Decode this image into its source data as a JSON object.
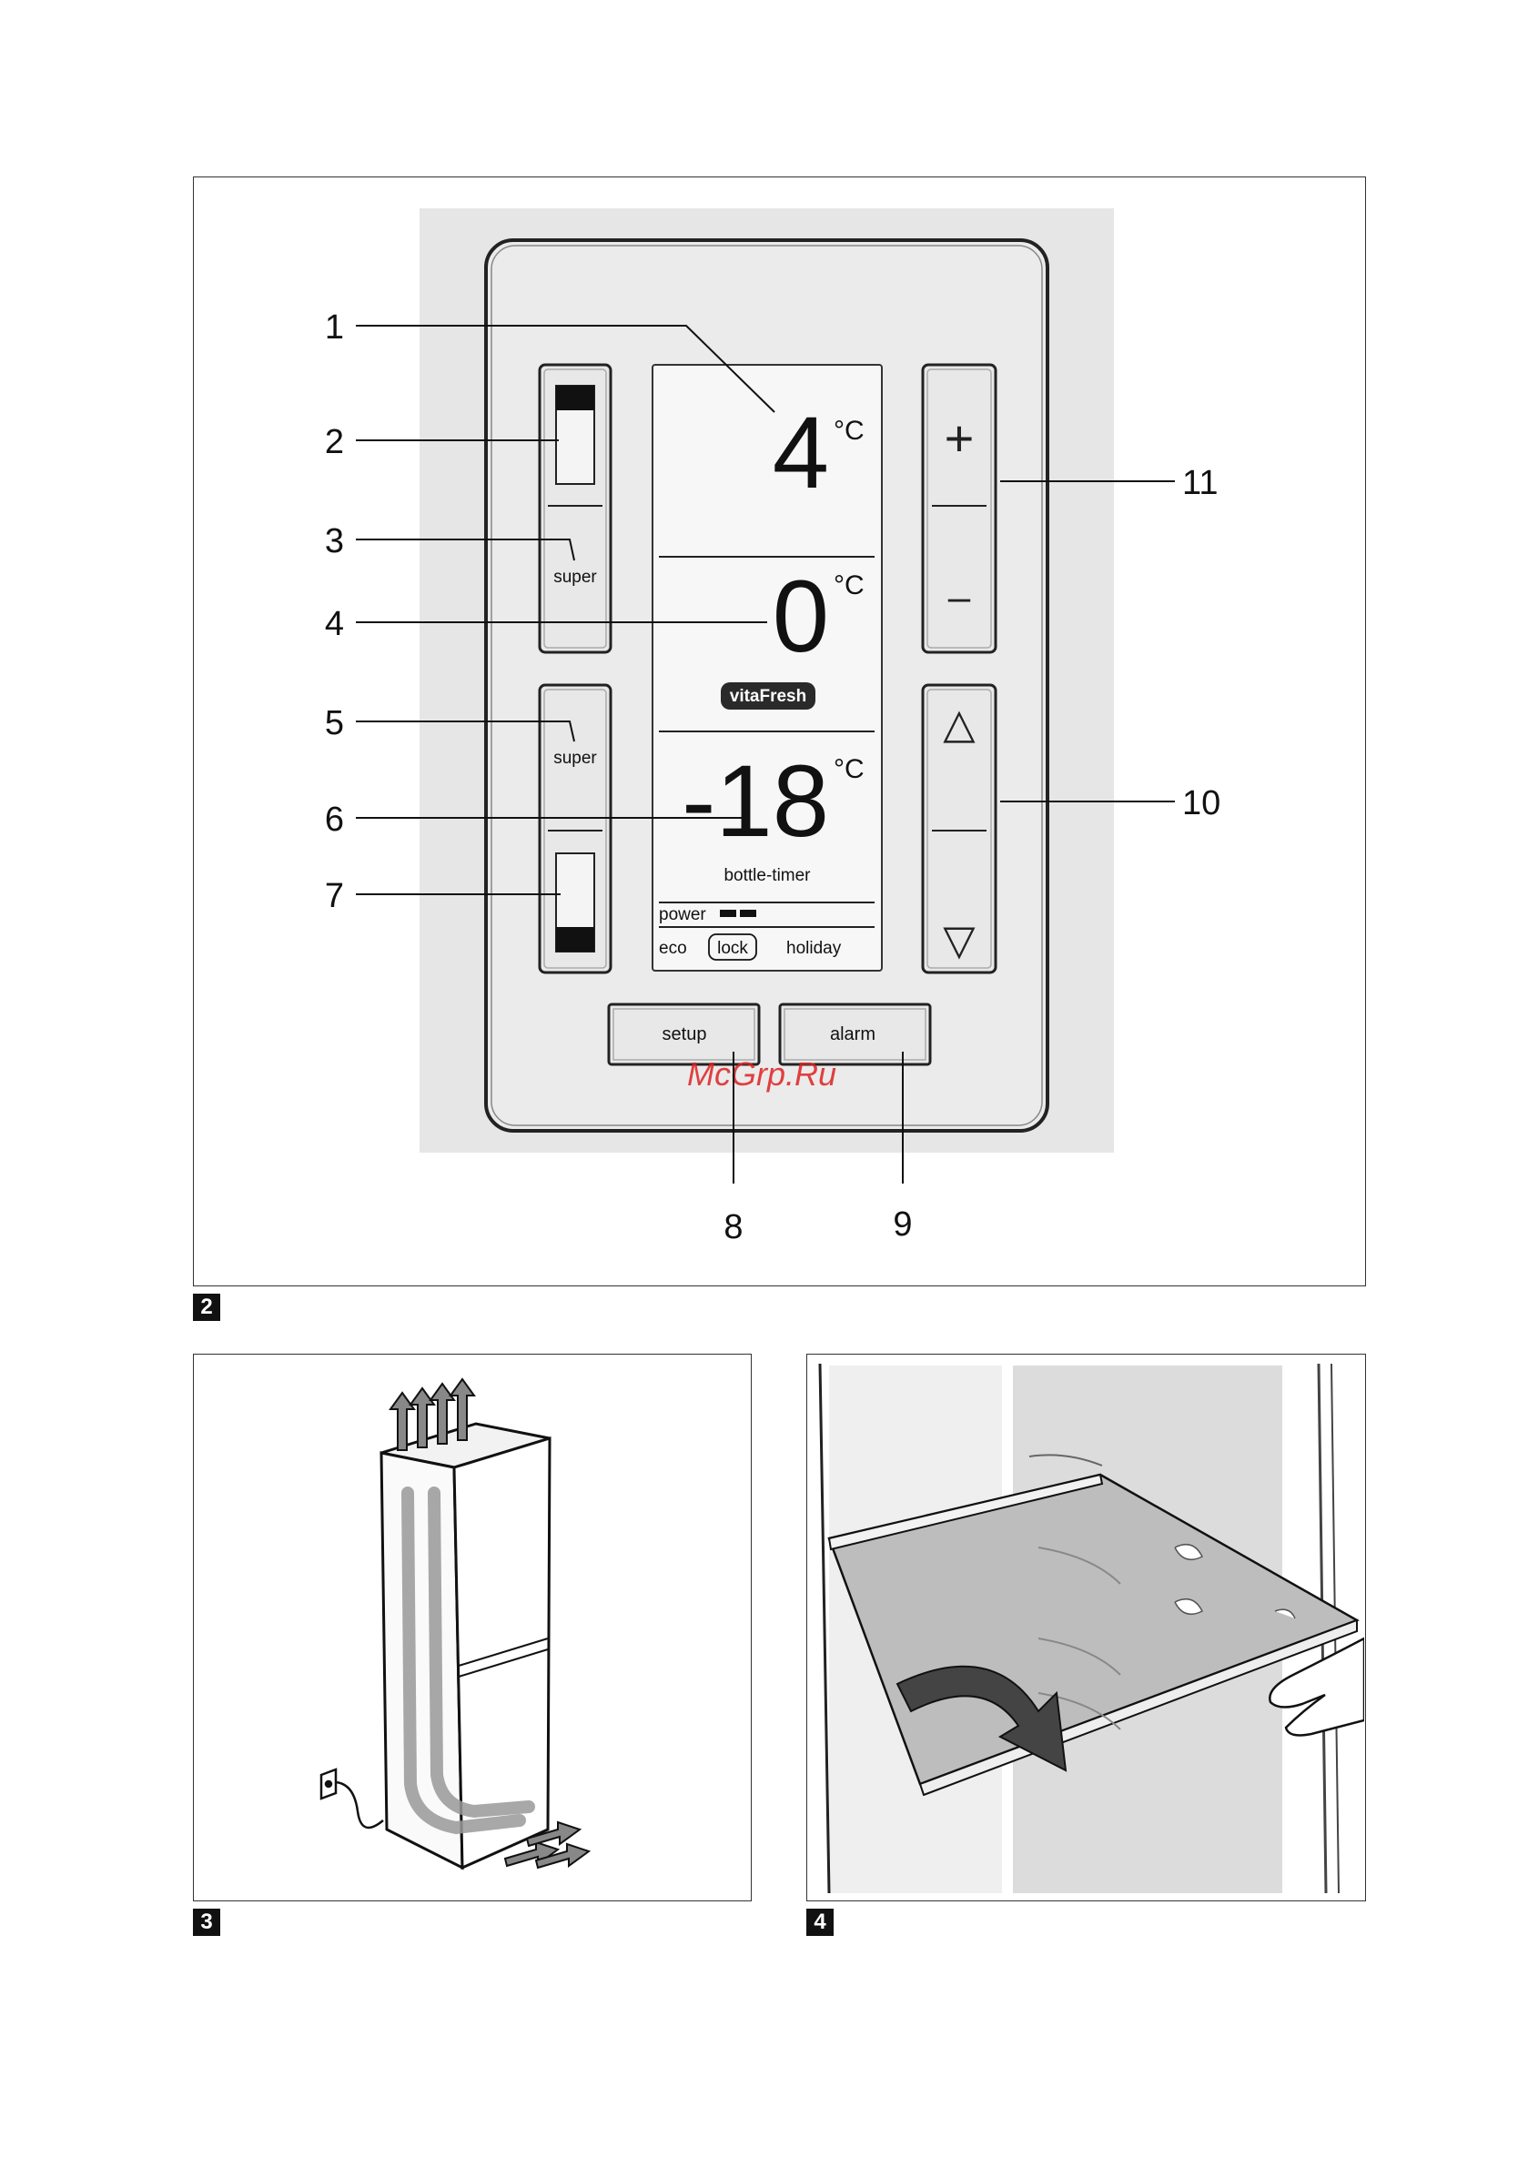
{
  "figures": {
    "fig2": {
      "number": "2"
    },
    "fig3": {
      "number": "3"
    },
    "fig4": {
      "number": "4"
    }
  },
  "callouts": {
    "c1": "1",
    "c2": "2",
    "c3": "3",
    "c4": "4",
    "c5": "5",
    "c6": "6",
    "c7": "7",
    "c8": "8",
    "c9": "9",
    "c10": "10",
    "c11": "11"
  },
  "panel": {
    "fridge_temp": "4",
    "vitafresh_temp": "0",
    "freezer_temp": "-18",
    "unit": "°C",
    "super_fridge_label": "super",
    "super_freezer_label": "super",
    "vitafresh_badge": "vitaFresh",
    "bottle_timer_label": "bottle-timer",
    "power_label": "power",
    "eco_label": "eco",
    "lock_label": "lock",
    "holiday_label": "holiday",
    "setup_label": "setup",
    "alarm_label": "alarm",
    "plus_symbol": "+",
    "minus_symbol": "–",
    "up_symbol": "△",
    "down_symbol": "▽"
  },
  "watermark": "McGrp.Ru",
  "icons": {
    "airflow": "airflow-arrow-icon",
    "socket": "power-socket-icon",
    "hand": "hand-icon",
    "tilt_arrow": "tilt-arrow-icon"
  }
}
